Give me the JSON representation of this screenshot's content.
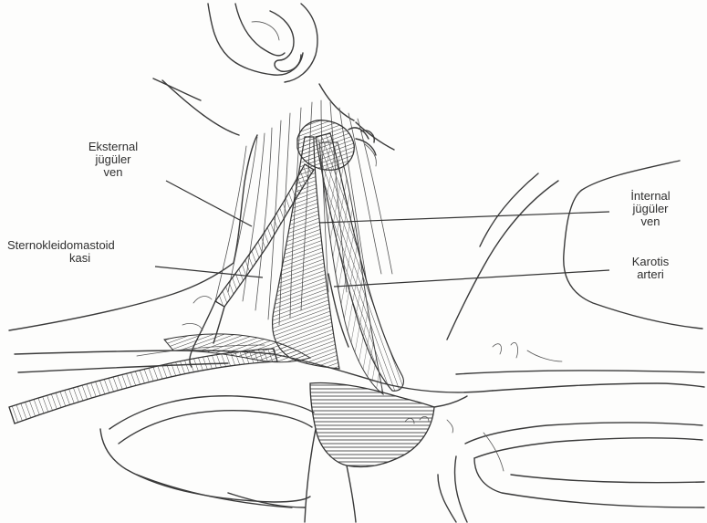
{
  "labels": {
    "external_jugular_vein": [
      "Eksternal",
      "jügüler",
      "ven"
    ],
    "sternocleidomastoid": [
      "Sternokleidomastoid",
      "kasi"
    ],
    "internal_jugular_vein": [
      "İnternal",
      "jügüler",
      "ven"
    ],
    "carotid_artery": [
      "Karotis",
      "arteri"
    ]
  },
  "colors": {
    "ink": "#3a3a3a",
    "paper": "#fdfdfc"
  }
}
